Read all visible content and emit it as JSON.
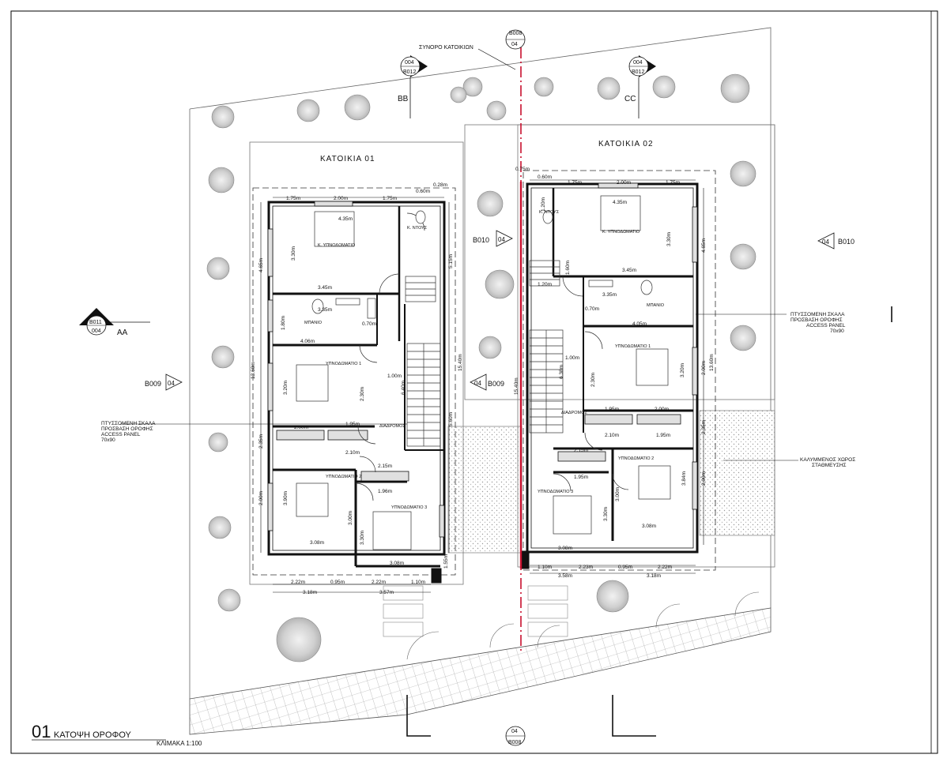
{
  "drawing": {
    "number": "01",
    "title": "ΚΑΤΟΨΗ ΟΡΟΦΟΥ",
    "scale": "ΚΛΙΜΑΚΑ 1:100"
  },
  "houses": {
    "left": "ΚΑΤΟΙΚΙΑ 01",
    "right": "ΚΑΤΟΙΚΙΑ 02"
  },
  "boundary_label": "ΣΥΝΟΡΟ ΚΑΤΟΙΚΙΩΝ",
  "section_markers": {
    "top_center": {
      "top": "B008",
      "bottom": "04"
    },
    "bottom_center": {
      "top": "04",
      "bottom": "B008"
    },
    "bb": {
      "top": "004",
      "bottom": "B012",
      "label": "BB"
    },
    "cc": {
      "top": "004",
      "bottom": "B012",
      "label": "CC"
    },
    "aa": {
      "top": "B011",
      "bottom": "004",
      "label": "AA"
    },
    "b009_left": {
      "sheet": "B009",
      "num": "04"
    },
    "b009_mid": {
      "sheet": "B009",
      "num": "04"
    },
    "b010_left": {
      "sheet": "B010",
      "num": "04"
    },
    "b010_right": {
      "sheet": "B010",
      "num": "04"
    }
  },
  "notes": {
    "stair_left": [
      "ΠΤΥΣΣΟΜΕΝΗ ΣΚΑΛΑ",
      "ΠΡΟΣΒΑΣΗ ΟΡΟΦΗΣ",
      "ACCESS PANEL",
      "70x90"
    ],
    "stair_right": [
      "ΠΤΥΣΣΟΜΕΝΗ ΣΚΑΛΑ",
      "ΠΡΟΣΒΑΣΗ ΟΡΟΦΗΣ",
      "ACCESS PANEL",
      "70x90"
    ],
    "parking": [
      "ΚΑΛΥΜΜΕΝΟΣ ΧΩΡΟΣ",
      "ΣΤΑΘΜΕΥΣΗΣ"
    ]
  },
  "rooms": {
    "left": {
      "master": "Κ. ΥΠΝΟΔΩΜΑΤΙΟ",
      "wc": "Κ. ΝΤΟΥΣ",
      "bath": "ΜΠΑΝΙΟ",
      "bed1": "ΥΠΝΟΔΩΜΑΤΙΟ 1",
      "bed2": "ΥΠΝΟΔΩΜΑΤΙΟ 2",
      "bed3": "ΥΠΝΟΔΩΜΑΤΙΟ 3",
      "corridor": "ΔΙΑΔΡΟΜΟΣ"
    },
    "right": {
      "master": "Κ. ΥΠΝΟΔΩΜΑΤΙΟ",
      "wc": "Κ. ΝΤΟΥΣ",
      "bath": "ΜΠΑΝΙΟ",
      "bed1": "ΥΠΝΟΔΩΜΑΤΙΟ 1",
      "bed2": "ΥΠΝΟΔΩΜΑΤΙΟ 2",
      "bed3": "ΥΠΝΟΔΩΜΑΤΙΟ 3",
      "corridor": "ΔΙΑΔΡΟΜΟΣ"
    }
  },
  "dimensions": {
    "left_top": [
      "1.75m",
      "2.00m",
      "1.75m",
      "0.60m",
      "0.28m"
    ],
    "left_bottom": [
      "2.22m",
      "0.95m",
      "2.22m",
      "1.10m",
      "3.18m",
      "3.57m"
    ],
    "left_side": [
      "4.65m",
      "13.60m",
      "2.35m",
      "2.00m",
      "1.55m"
    ],
    "left_stair_side": [
      "5.15m",
      "15.40m",
      "6.40m",
      "5.60m"
    ],
    "left_inner": [
      "4.35m",
      "3.45m",
      "3.35m",
      "4.06m",
      "1.95m",
      "2.00m",
      "2.10m",
      "2.15m",
      "1.96m",
      "3.08m",
      "3.08m",
      "1.00m",
      "2.30m",
      "3.30m",
      "3.20m",
      "3.90m",
      "3.00m",
      "3.30m",
      "0.70m",
      "1.80m"
    ],
    "right_top": [
      "0.75m",
      "0.60m",
      "1.75m",
      "2.00m",
      "1.75m"
    ],
    "right_bottom": [
      "1.10m",
      "2.23m",
      "0.95m",
      "2.22m",
      "3.58m",
      "3.18m"
    ],
    "right_side": [
      "4.65m",
      "13.60m",
      "2.00m",
      "2.35m",
      "2.00m"
    ],
    "right_stair_side": [
      "15.40m",
      "6.38m"
    ],
    "right_inner": [
      "4.35m",
      "3.45m",
      "3.35m",
      "4.05m",
      "1.95m",
      "2.00m",
      "2.10m",
      "1.95m",
      "2.15m",
      "1.95m",
      "3.08m",
      "3.08m",
      "1.00m",
      "2.30m",
      "3.30m",
      "3.20m",
      "3.00m",
      "3.30m",
      "0.70m",
      "1.20m",
      "1.20m",
      "1.60m",
      "3.84m"
    ]
  }
}
